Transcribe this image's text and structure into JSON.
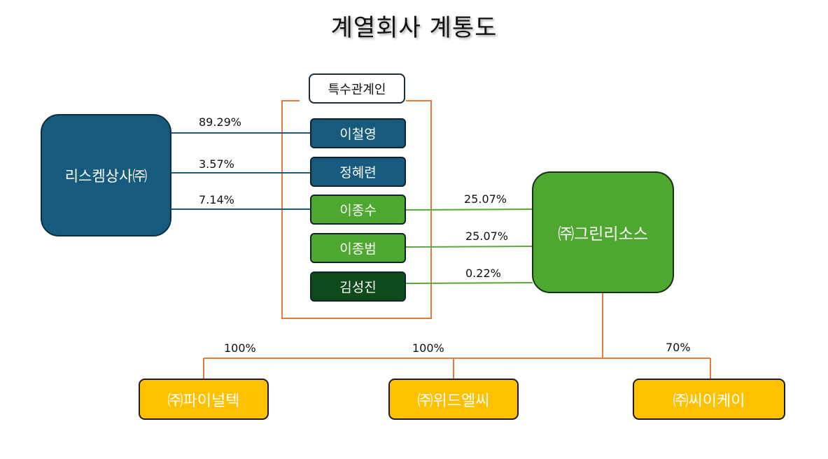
{
  "title": "계열회사 계통도",
  "colors": {
    "parent_blue": "#165a7e",
    "green": "#4ea72e",
    "dark_green": "#0f4a1b",
    "subsidiary_yellow": "#ffc000",
    "bracket_orange": "#e07b39"
  },
  "parent": {
    "name": "리스켐상사㈜"
  },
  "related_group": {
    "label": "특수관계인",
    "persons": [
      {
        "name": "이철영",
        "from_parent_pct": "89.29%"
      },
      {
        "name": "정혜련",
        "from_parent_pct": "3.57%"
      },
      {
        "name": "이종수",
        "from_parent_pct": "7.14%",
        "to_main_pct": "25.07%"
      },
      {
        "name": "이종범",
        "to_main_pct": "25.07%"
      },
      {
        "name": "김성진",
        "to_main_pct": "0.22%"
      }
    ]
  },
  "main_company": {
    "name": "㈜그린리소스"
  },
  "subsidiaries": [
    {
      "name": "㈜파이널텍",
      "pct": "100%"
    },
    {
      "name": "㈜위드엘씨",
      "pct": "100%"
    },
    {
      "name": "㈜씨이케이",
      "pct": "70%"
    }
  ]
}
